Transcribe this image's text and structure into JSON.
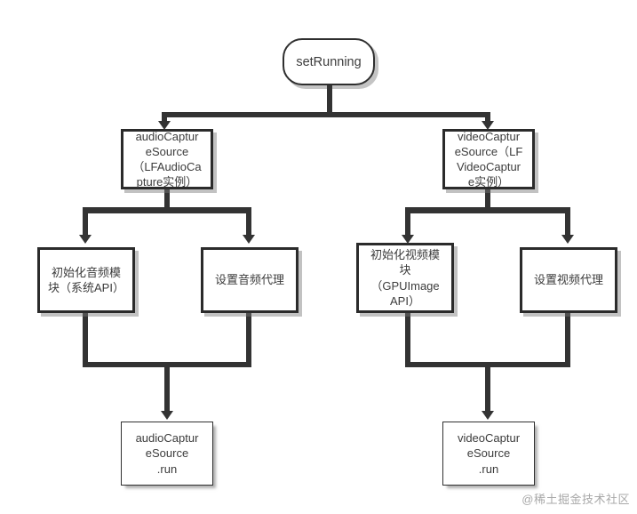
{
  "diagram": {
    "title": "setRunning",
    "background_color": "#ffffff",
    "edge_color": "#333333",
    "node_border_color": "#2b2b2b",
    "text_color": "#3c3c3c",
    "nodes": {
      "root": {
        "label": "setRunning",
        "shape": "rounded-rectangle"
      },
      "audio_source": {
        "label": "audioCaptur\neSource\n（LFAudioCa\npture实例）",
        "shape": "rectangle"
      },
      "video_source": {
        "label": "videoCaptur\neSource（LF\nVideoCaptur\ne实例）",
        "shape": "rectangle"
      },
      "audio_init": {
        "label": "初始化音频模\n块（系统API）",
        "shape": "rectangle"
      },
      "audio_delegate": {
        "label": "设置音频代理",
        "shape": "rectangle"
      },
      "video_init": {
        "label": "初始化视频模\n块\n（GPUImage\nAPI）",
        "shape": "rectangle"
      },
      "video_delegate": {
        "label": "设置视频代理",
        "shape": "rectangle"
      },
      "audio_run": {
        "label": "audioCaptur\neSource\n.run",
        "shape": "rectangle"
      },
      "video_run": {
        "label": "videoCaptur\neSource\n.run",
        "shape": "rectangle"
      }
    },
    "watermark": "@稀土掘金技术社区"
  }
}
